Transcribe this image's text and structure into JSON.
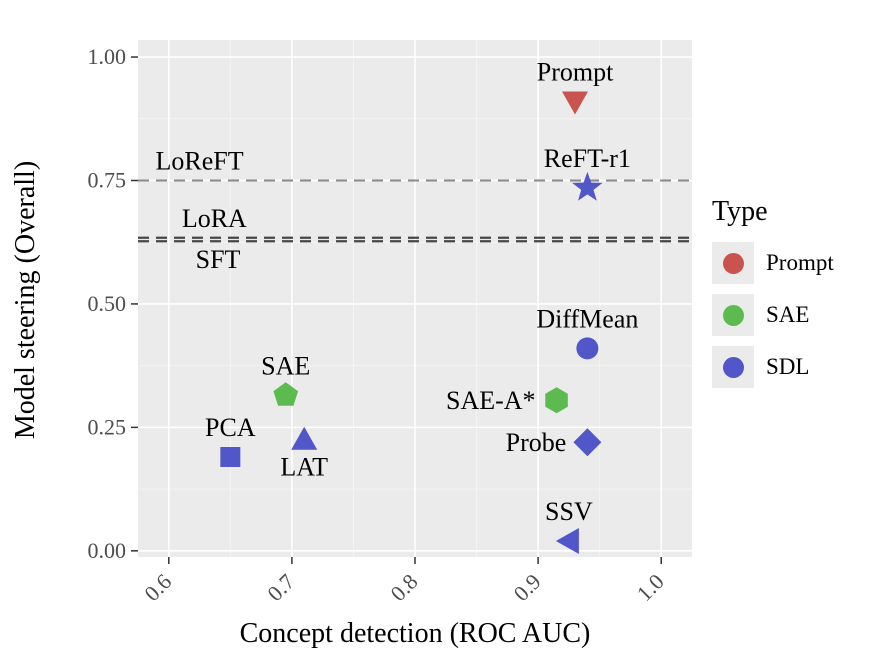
{
  "figure": {
    "background": "#FFFFFF",
    "panel_background": "#EBEBEB",
    "grid_major_color": "#FFFFFF",
    "grid_minor_color": "#F4F4F4",
    "tick_color": "#333333",
    "tick_label_color": "#4D4D4D"
  },
  "chart_data": {
    "type": "scatter",
    "title": "",
    "xlabel": "Concept detection (ROC AUC)",
    "ylabel": "Model steering (Overall)",
    "xlim": [
      0.575,
      1.025
    ],
    "ylim": [
      -0.0125,
      1.0345
    ],
    "x_ticks": [
      0.6,
      0.7,
      0.8,
      0.9,
      1.0
    ],
    "x_tick_labels": [
      "0.6",
      "0.7",
      "0.8",
      "0.9",
      "1.0"
    ],
    "y_ticks": [
      0.0,
      0.25,
      0.5,
      0.75,
      1.0
    ],
    "y_tick_labels": [
      "0.00",
      "0.25",
      "0.50",
      "0.75",
      "1.00"
    ],
    "x_minor_ticks": [
      0.65,
      0.75,
      0.85,
      0.95
    ],
    "y_minor_ticks": [
      0.125,
      0.375,
      0.625,
      0.875
    ],
    "types": {
      "Prompt": "#C9544F",
      "SAE": "#5CBB4F",
      "SDL": "#5156C8"
    },
    "points": [
      {
        "label": "Prompt",
        "x": 0.93,
        "y": 0.91,
        "type": "Prompt",
        "shape": "triangle-down",
        "label_pos": "above"
      },
      {
        "label": "ReFT-r1",
        "x": 0.94,
        "y": 0.735,
        "type": "SDL",
        "shape": "star",
        "label_pos": "above"
      },
      {
        "label": "DiffMean",
        "x": 0.94,
        "y": 0.41,
        "type": "SDL",
        "shape": "circle",
        "label_pos": "above"
      },
      {
        "label": "SAE",
        "x": 0.695,
        "y": 0.315,
        "type": "SAE",
        "shape": "pentagon",
        "label_pos": "above"
      },
      {
        "label": "SAE-A*",
        "x": 0.915,
        "y": 0.305,
        "type": "SAE",
        "shape": "hexagon",
        "label_pos": "left"
      },
      {
        "label": "Probe",
        "x": 0.94,
        "y": 0.22,
        "type": "SDL",
        "shape": "diamond",
        "label_pos": "left"
      },
      {
        "label": "LAT",
        "x": 0.71,
        "y": 0.225,
        "type": "SDL",
        "shape": "triangle-up",
        "label_pos": "below"
      },
      {
        "label": "PCA",
        "x": 0.65,
        "y": 0.19,
        "type": "SDL",
        "shape": "square",
        "label_pos": "above"
      },
      {
        "label": "SSV",
        "x": 0.925,
        "y": 0.02,
        "type": "SDL",
        "shape": "triangle-left",
        "label_pos": "above"
      }
    ],
    "ref_lines": [
      {
        "label": "LoReFT",
        "y": 0.75,
        "color": "#8A8A8A",
        "width": 2,
        "label_side": "above",
        "label_x": 0.625
      },
      {
        "label": "LoRA",
        "y": 0.634,
        "color": "#474747",
        "width": 2.2,
        "label_side": "above",
        "label_x": 0.637
      },
      {
        "label": "SFT",
        "y": 0.627,
        "color": "#474747",
        "width": 2.2,
        "label_side": "below",
        "label_x": 0.64
      }
    ],
    "legend": {
      "title": "Type",
      "position": "right",
      "items": [
        {
          "label": "Prompt",
          "color": "#C9544F"
        },
        {
          "label": "SAE",
          "color": "#5CBB4F"
        },
        {
          "label": "SDL",
          "color": "#5156C8"
        }
      ]
    }
  }
}
